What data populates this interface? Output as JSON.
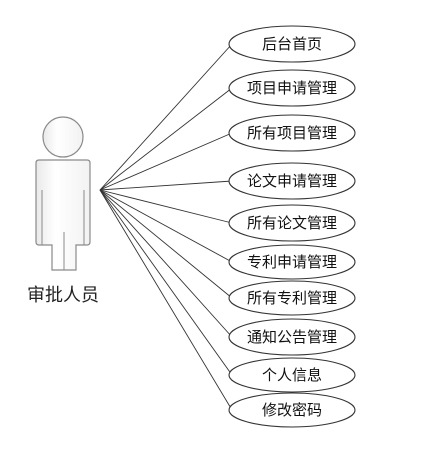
{
  "diagram": {
    "actor": {
      "label": "审批人员"
    },
    "use_cases": [
      {
        "label": "后台首页"
      },
      {
        "label": "项目申请管理"
      },
      {
        "label": "所有项目管理"
      },
      {
        "label": "论文申请管理"
      },
      {
        "label": "所有论文管理"
      },
      {
        "label": "专利申请管理"
      },
      {
        "label": "所有专利管理"
      },
      {
        "label": "通知公告管理"
      },
      {
        "label": "个人信息"
      },
      {
        "label": "修改密码"
      }
    ],
    "colors": {
      "actor_fill": "#ffffff",
      "actor_stroke": "#8a8a8a",
      "ellipse_fill": "#ffffff",
      "ellipse_stroke": "#333333",
      "line": "#333333"
    }
  }
}
